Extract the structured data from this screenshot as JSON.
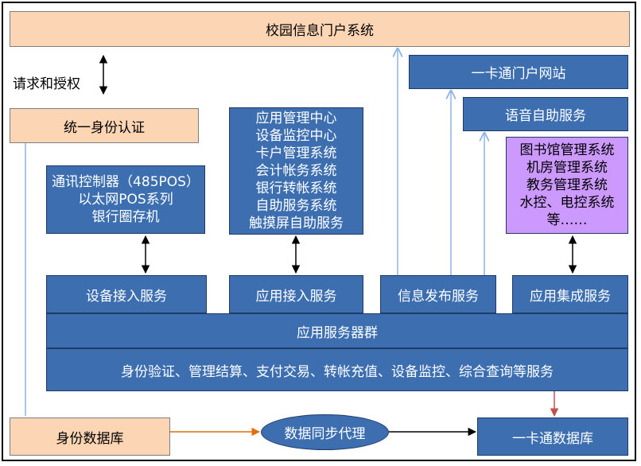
{
  "portal": "校园信息门户系统",
  "request_auth": "请求和授权",
  "uia": "统一身份认证",
  "one_card_portal": "一卡通门户网站",
  "voice_service": "语音自助服务",
  "app_systems": [
    "图书馆管理系统",
    "机房管理系统",
    "教务管理系统",
    "水控、电控系统",
    "等……"
  ],
  "terminals": [
    "通讯控制器（485POS）",
    "以太网POS系列",
    "银行圈存机"
  ],
  "app_center": [
    "应用管理中心",
    "设备监控中心",
    "卡户管理系统",
    "会计帐务系统",
    "银行转帐系统",
    "自助服务系统",
    "触摸屏自助服务"
  ],
  "services": {
    "device_access": "设备接入服务",
    "app_access": "应用接入服务",
    "info_publish": "信息发布服务",
    "app_integration": "应用集成服务"
  },
  "server_cluster": "应用服务器群",
  "server_services": "身份验证、管理结算、支付交易、转帐充值、设备监控、综合查询等服务",
  "identity_db": "身份数据库",
  "sync_agent": "数据同步代理",
  "one_card_db": "一卡通数据库",
  "colors": {
    "box_blue": "#3d6fb0",
    "box_orange": "#fcd5b4",
    "box_purple": "#cc99ff",
    "arrow_thin_blue": "#8eb4e3",
    "arrow_orange": "#e46c0a",
    "arrow_red": "#c0504d"
  }
}
